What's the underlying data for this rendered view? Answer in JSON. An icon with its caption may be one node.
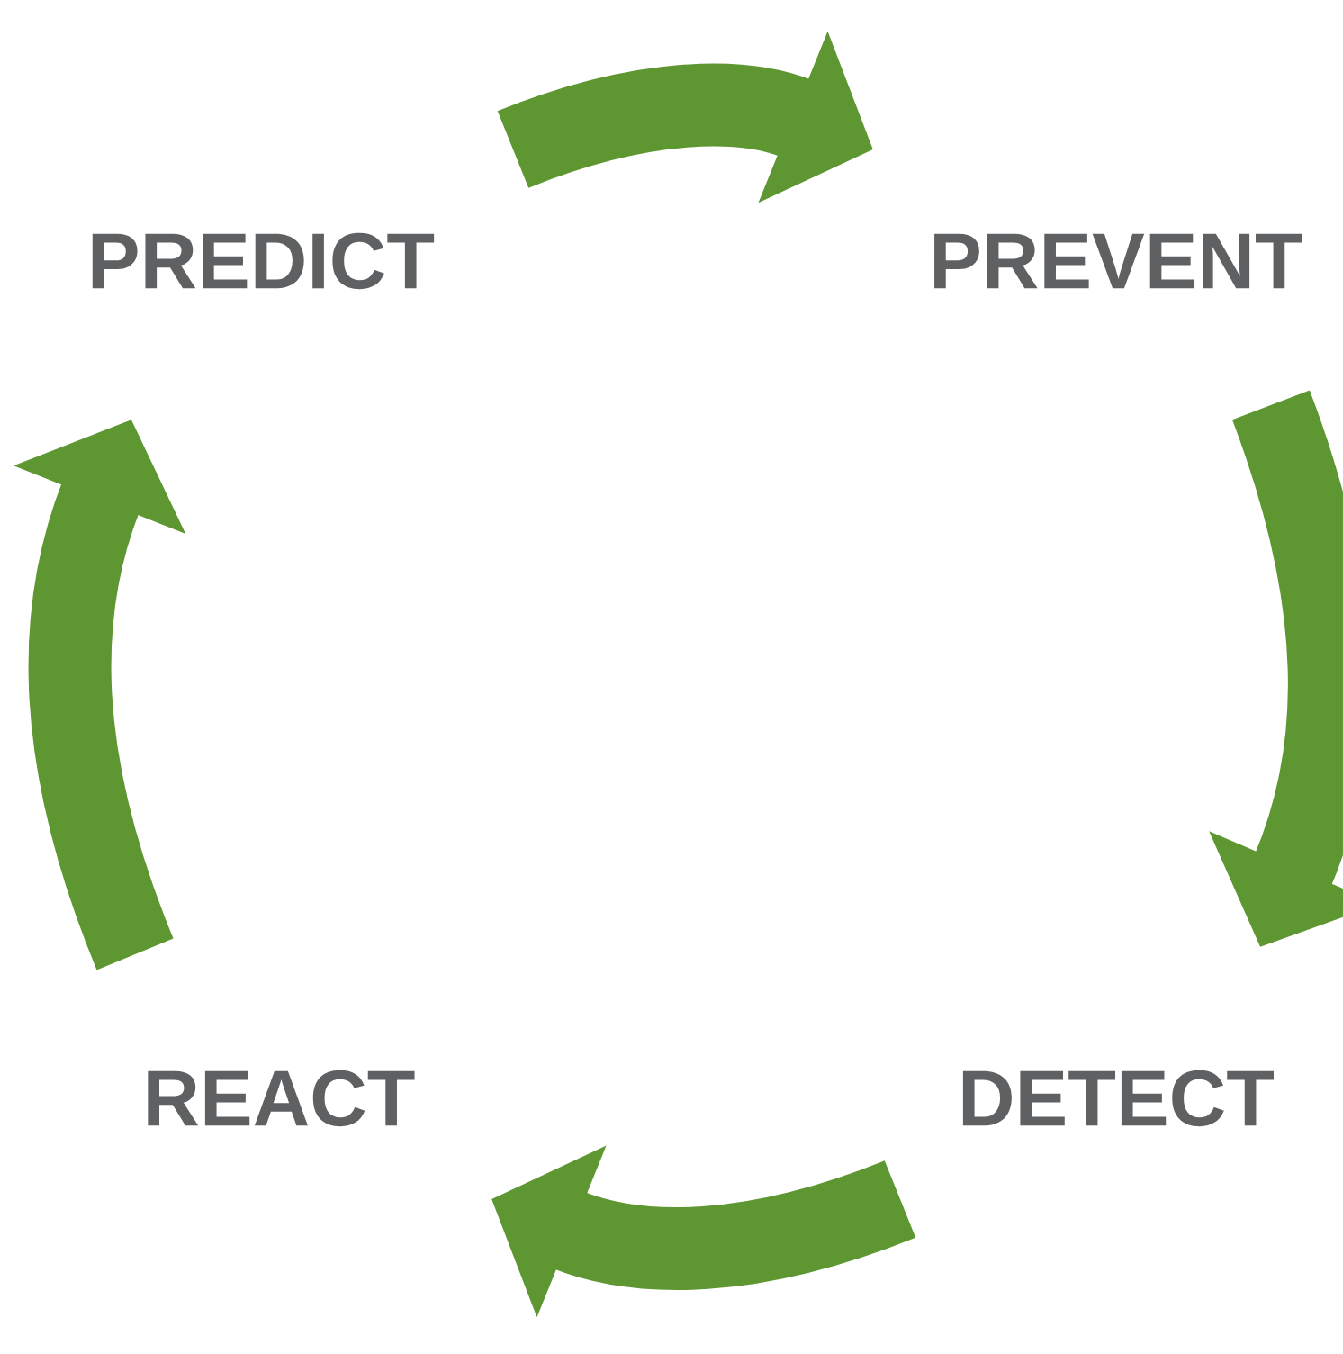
{
  "diagram": {
    "nodes": [
      {
        "text": [
          "PREDICT"
        ]
      },
      {
        "text": [
          "PREVENT"
        ]
      },
      {
        "text": [
          "DETECT"
        ]
      },
      {
        "text": [
          "REACT"
        ]
      }
    ],
    "edges": [
      {
        "from": 0,
        "to": 1,
        "arrow": "to"
      },
      {
        "from": 1,
        "to": 2,
        "arrow": "to"
      },
      {
        "from": 2,
        "to": 3,
        "arrow": "to"
      },
      {
        "from": 3,
        "to": 0,
        "arrow": "to"
      }
    ]
  }
}
